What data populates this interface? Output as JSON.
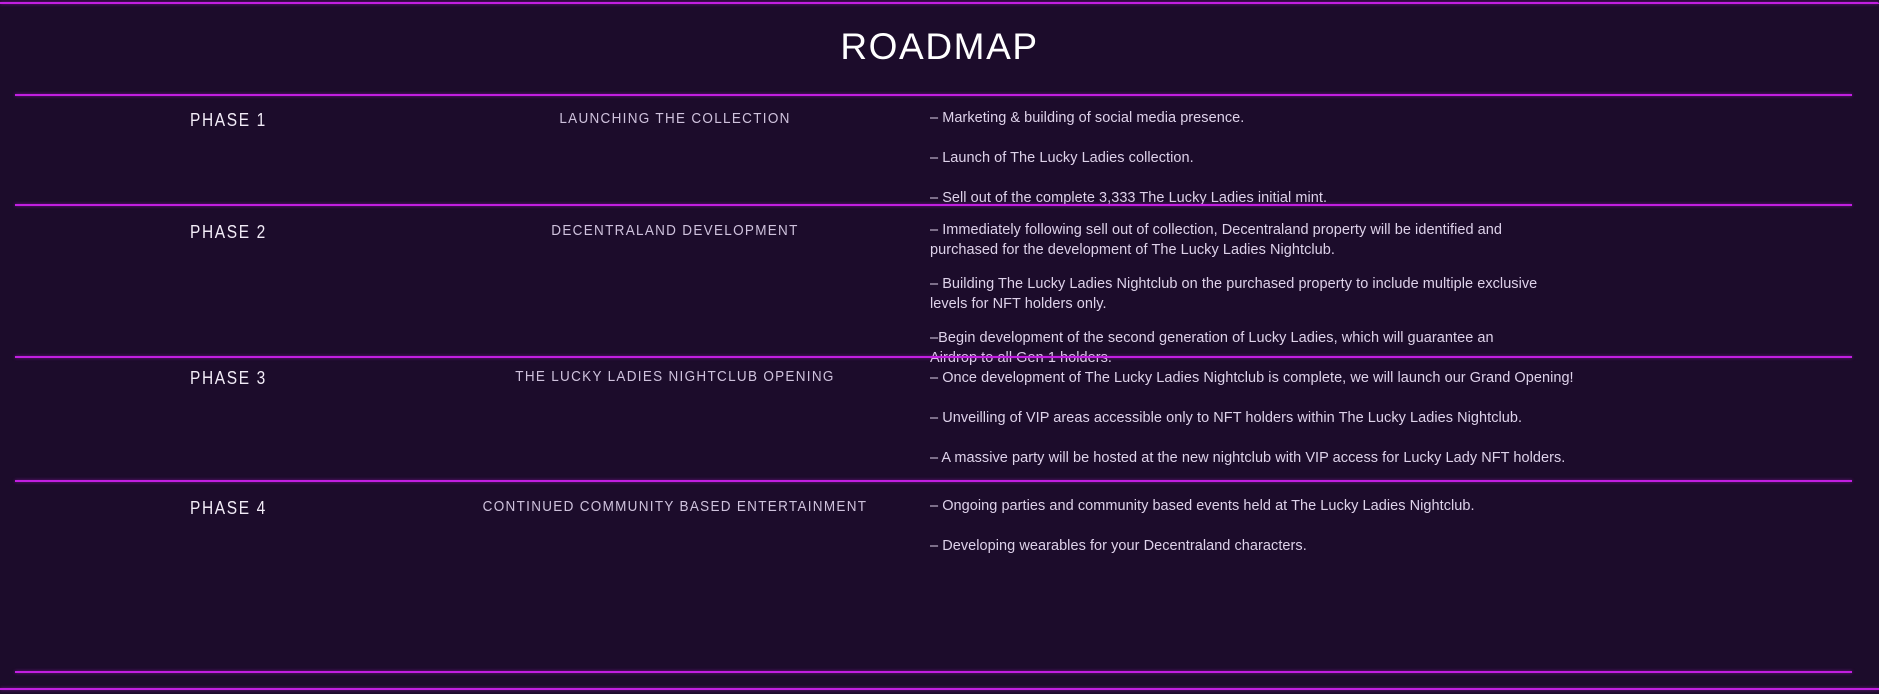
{
  "section": {
    "title": "ROADMAP",
    "background_color": "#1c0c2b",
    "divider_color": "#c11fe0",
    "heading_color": "#cfc2dd",
    "body_color": "#ded2ea"
  },
  "phases": [
    {
      "label": "PHASE 1",
      "heading": "LAUNCHING THE COLLECTION",
      "bullets": [
        "– Marketing & building of social media presence.",
        "– Launch of The Lucky Ladies collection.",
        "– Sell out of the complete 3,333 The Lucky Ladies initial mint."
      ]
    },
    {
      "label": "PHASE 2",
      "heading": "DECENTRALAND DEVELOPMENT",
      "bullets": [
        "– Immediately following sell out of collection, Decentraland property will be identified and purchased for the development of The Lucky Ladies Nightclub.",
        "– Building The Lucky Ladies Nightclub on the purchased property to include multiple exclusive levels for NFT holders only.",
        "–Begin development of the second generation of Lucky Ladies, which will guarantee an Airdrop to all Gen 1 holders."
      ]
    },
    {
      "label": "PHASE 3",
      "heading": "THE LUCKY LADIES NIGHTCLUB OPENING",
      "bullets": [
        "– Once development of The Lucky Ladies Nightclub is complete, we will launch our Grand Opening!",
        "– Unveilling of VIP areas accessible only to NFT holders within The Lucky Ladies Nightclub.",
        "– A massive party will be hosted at the new nightclub with VIP access for Lucky Lady NFT holders."
      ]
    },
    {
      "label": "PHASE 4",
      "heading": "CONTINUED COMMUNITY BASED ENTERTAINMENT",
      "bullets": [
        "– Ongoing parties and community based events held at The Lucky Ladies Nightclub.",
        "– Developing wearables for your Decentraland characters."
      ]
    }
  ]
}
